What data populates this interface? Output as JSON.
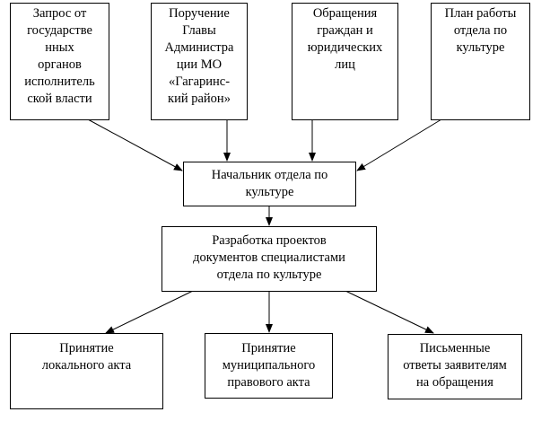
{
  "colors": {
    "stroke": "#000000",
    "background": "#ffffff",
    "text": "#000000"
  },
  "nodes": {
    "source_state": {
      "lines": [
        "Запрос от",
        "государстве",
        "нных",
        "органов",
        "исполнитель",
        "ской власти"
      ]
    },
    "source_order": {
      "lines": [
        "Поручение",
        "Главы",
        "Администра",
        "ции МО",
        "«Гагаринс-",
        "кий район»"
      ]
    },
    "source_citizens": {
      "lines": [
        "Обращения",
        "граждан и",
        "юридических",
        "лиц"
      ]
    },
    "source_plan": {
      "lines": [
        "План работы",
        "отдела по",
        "культуре"
      ]
    },
    "head": {
      "lines": [
        "Начальник отдела по",
        "культуре"
      ]
    },
    "drafting": {
      "lines": [
        "Разработка проектов",
        "документов специалистами",
        "отдела по культуре"
      ]
    },
    "out_local": {
      "lines": [
        "Принятие",
        "локального акта"
      ]
    },
    "out_municipal": {
      "lines": [
        "Принятие",
        "муниципального",
        "правового акта"
      ]
    },
    "out_replies": {
      "lines": [
        "Письменные",
        "ответы заявителям",
        "на обращения"
      ]
    }
  }
}
